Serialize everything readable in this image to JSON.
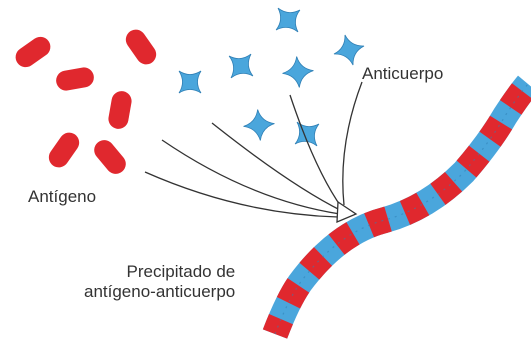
{
  "labels": {
    "antibody": "Anticuerpo",
    "antigen": "Antígeno",
    "precipitate_line1": "Precipitado de",
    "precipitate_line2": "antígeno-anticuerpo"
  },
  "colors": {
    "antigen": "#e0282e",
    "antibody": "#4aa6dc",
    "text": "#333333"
  },
  "icons": {
    "antigen": "red-rod-shape",
    "antibody": "blue-concave-square",
    "arrows": "converging-arrows"
  }
}
